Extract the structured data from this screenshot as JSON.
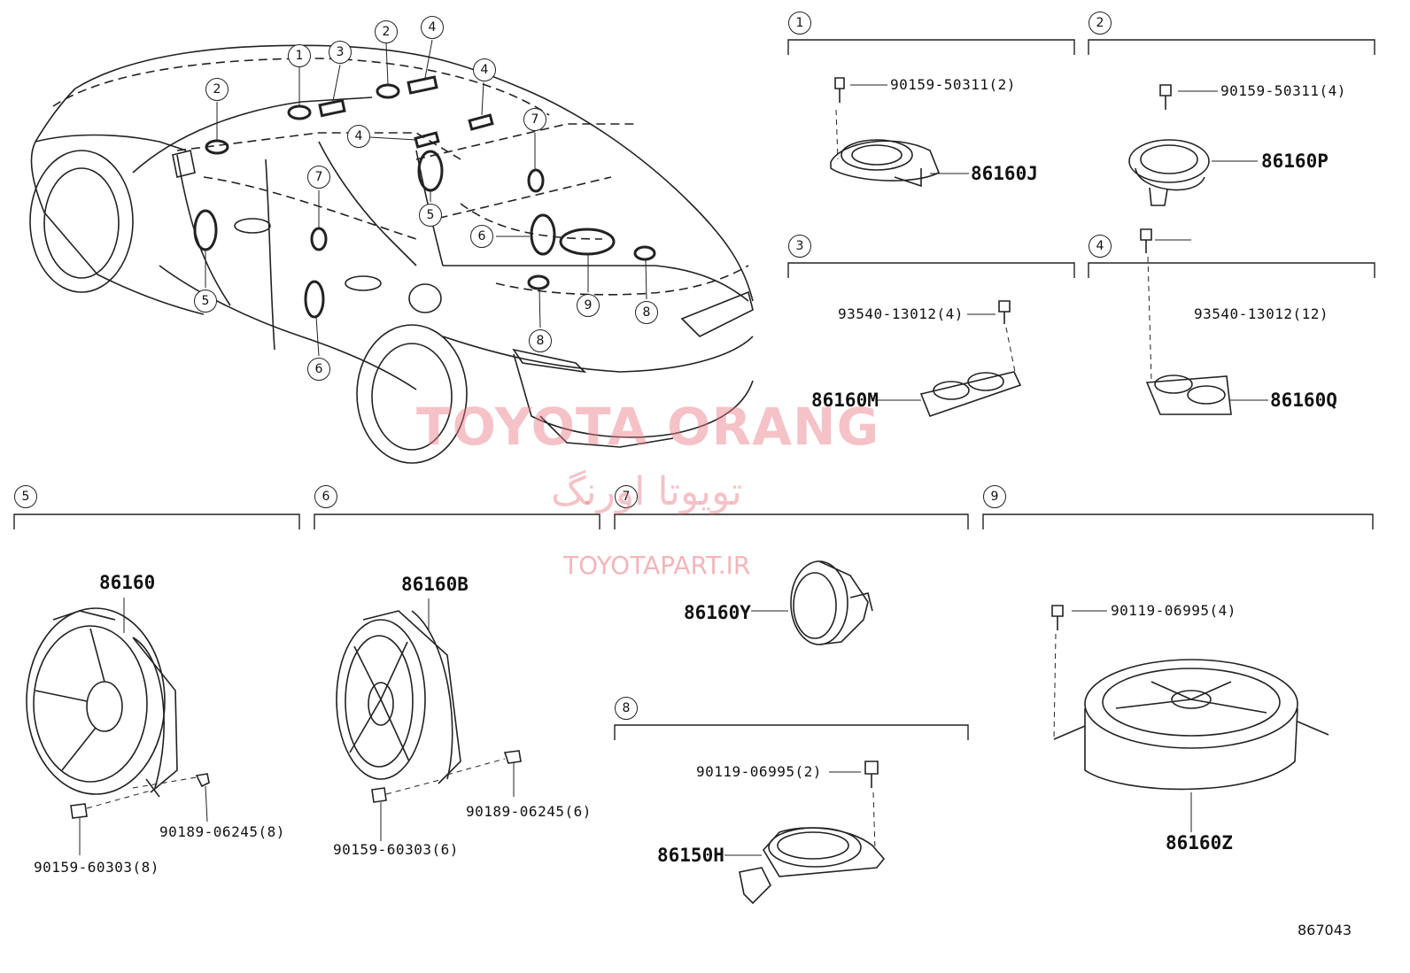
{
  "watermark": {
    "brand": "TOYOTA ORANG",
    "brand_fa": "تویوتا اورنگ",
    "site": "TOYOTAPART.IR"
  },
  "diagram_ref": "867043",
  "car_callouts": [
    "1",
    "2",
    "3",
    "4",
    "4",
    "4",
    "2",
    "7",
    "7",
    "5",
    "5",
    "6",
    "6",
    "9",
    "8",
    "8"
  ],
  "groups": {
    "g1": {
      "num": "1",
      "screw": "90159-50311(2)",
      "part": "86160J"
    },
    "g2": {
      "num": "2",
      "screw": "90159-50311(4)",
      "part": "86160P"
    },
    "g3": {
      "num": "3",
      "screw": "93540-13012(4)",
      "part": "86160M"
    },
    "g4": {
      "num": "4",
      "screw": "93540-13012(12)",
      "part": "86160Q"
    },
    "g5": {
      "num": "5",
      "part": "86160",
      "clip": "90189-06245(8)",
      "screw": "90159-60303(8)"
    },
    "g6": {
      "num": "6",
      "part": "86160B",
      "clip": "90189-06245(6)",
      "screw": "90159-60303(6)"
    },
    "g7": {
      "num": "7",
      "part": "86160Y"
    },
    "g8": {
      "num": "8",
      "screw": "90119-06995(2)",
      "part": "86150H"
    },
    "g9": {
      "num": "9",
      "screw": "90119-06995(4)",
      "part": "86160Z"
    }
  }
}
